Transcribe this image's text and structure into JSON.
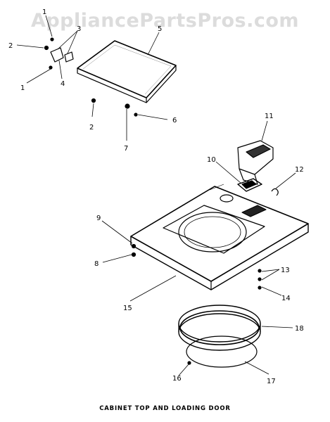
{
  "watermark": "AppliancePartsPros.com",
  "caption": "CABINET TOP AND LOADING DOOR",
  "callouts": {
    "c1a": "1",
    "c1b": "1",
    "c2a": "2",
    "c2b": "2",
    "c3": "3",
    "c4": "4",
    "c5": "5",
    "c6": "6",
    "c7": "7",
    "c8": "8",
    "c9": "9",
    "c10": "10",
    "c11": "11",
    "c12": "12",
    "c13": "13",
    "c14": "14",
    "c15": "15",
    "c16": "16",
    "c17": "17",
    "c18": "18"
  }
}
